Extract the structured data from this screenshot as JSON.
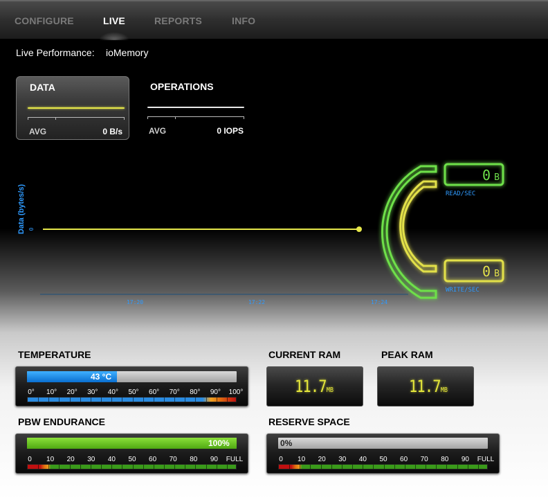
{
  "nav": {
    "tabs": [
      {
        "label": "CONFIGURE",
        "active": false
      },
      {
        "label": "LIVE",
        "active": true
      },
      {
        "label": "REPORTS",
        "active": false
      },
      {
        "label": "INFO",
        "active": false
      }
    ]
  },
  "performance": {
    "label": "Live Performance:",
    "device": "ioMemory"
  },
  "metrics": [
    {
      "title": "DATA",
      "avg_label": "AVG",
      "avg_value": "0 B/s",
      "selected": true,
      "line_color": "#e7e84a"
    },
    {
      "title": "OPERATIONS",
      "avg_label": "AVG",
      "avg_value": "0 IOPS",
      "selected": false,
      "line_color": "#e8e8e8"
    }
  ],
  "chart_data": {
    "type": "line",
    "ylabel": "Data (bytes/s)",
    "yticks": [
      "0"
    ],
    "xticks": [
      "17:20",
      "17:22",
      "17:24"
    ],
    "series": [
      {
        "values": [
          0,
          0,
          0
        ]
      }
    ],
    "color": "#e7e84a",
    "grid": false
  },
  "readouts": {
    "read": {
      "value": "0",
      "unit": "B",
      "label": "READ/SEC",
      "color": "#7ee25a"
    },
    "write": {
      "value": "0",
      "unit": "B",
      "label": "WRITE/SEC",
      "color": "#e6e34f"
    }
  },
  "temperature": {
    "title": "TEMPERATURE",
    "value_text": "43 °C",
    "level": 0.43,
    "scale": [
      "0°",
      "10°",
      "20°",
      "30°",
      "40°",
      "50°",
      "60°",
      "70°",
      "80°",
      "90°",
      "100°"
    ],
    "fill_color": "#1b8fe4"
  },
  "current_ram": {
    "title": "CURRENT RAM",
    "value": "11.7",
    "unit": "MB"
  },
  "peak_ram": {
    "title": "PEAK RAM",
    "value": "11.7",
    "unit": "MB"
  },
  "pbw": {
    "title": "PBW ENDURANCE",
    "value_text": "100%",
    "level": 1.0,
    "scale": [
      "0",
      "10",
      "20",
      "30",
      "40",
      "50",
      "60",
      "70",
      "80",
      "90",
      "FULL"
    ],
    "fill_color": "#6acc1e"
  },
  "reserve": {
    "title": "RESERVE SPACE",
    "value_text": "0%",
    "level": 0.0,
    "scale": [
      "0",
      "10",
      "20",
      "30",
      "40",
      "50",
      "60",
      "70",
      "80",
      "90",
      "FULL"
    ]
  }
}
